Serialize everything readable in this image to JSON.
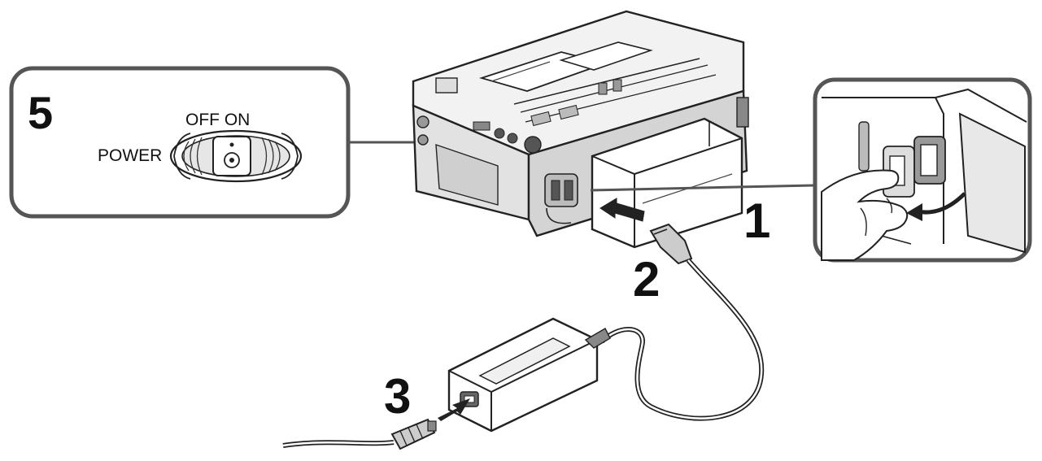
{
  "inset_power": {
    "step_number": "5",
    "switch_label": "POWER",
    "positions_label": "OFF ON"
  },
  "steps": {
    "step1": "1",
    "step2": "2",
    "step3": "3"
  },
  "colors": {
    "line": "#222222",
    "panel_border": "#555555",
    "fill_light": "#f4f4f4",
    "fill_mid": "#d9d9d9",
    "fill_dark": "#9a9a9a"
  },
  "icons": {
    "device": "vcr-device-illustration",
    "battery_pack": "battery-pack-illustration",
    "ac_adaptor": "ac-adaptor-illustration",
    "cable": "dc-cable-illustration",
    "plug": "power-plug-illustration",
    "switch": "power-switch-illustration",
    "hand": "hand-illustration",
    "arrow": "insert-arrow-icon"
  }
}
